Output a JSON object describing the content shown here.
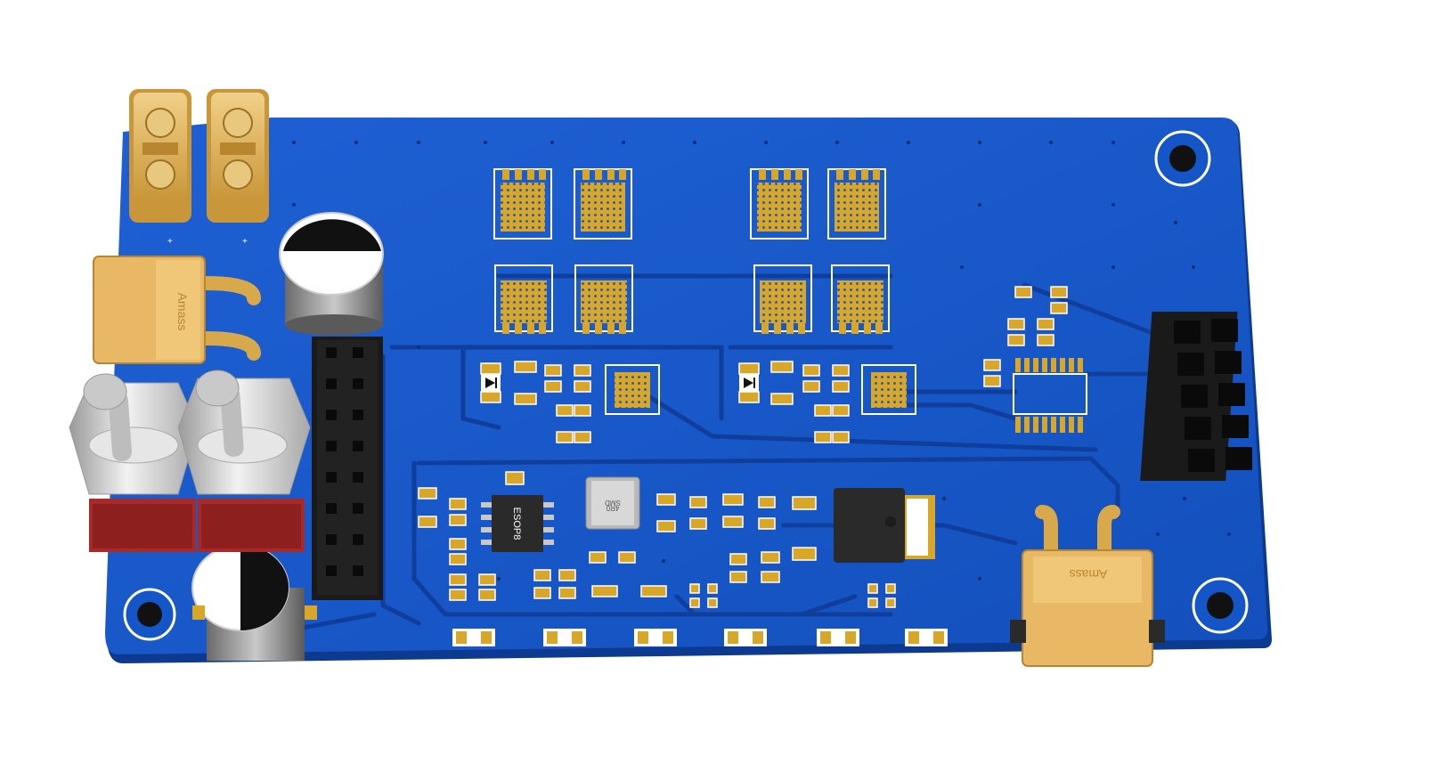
{
  "board": {
    "description_visible": false,
    "solder_mask_color": "#1455c8",
    "mask_highlight_color": "#2a6ae0",
    "trace_color": "#0f3e9c",
    "pad_color": "#d9a728",
    "silkscreen_color": "#ffffff"
  },
  "labels": {
    "ic_package": "ESOP8",
    "inductor_marking_1": "SMD",
    "inductor_marking_2": "4R0",
    "connector_brand_left": "Amass",
    "connector_brand_right": "Amass",
    "plus_left": "+",
    "plus_right": "+"
  }
}
